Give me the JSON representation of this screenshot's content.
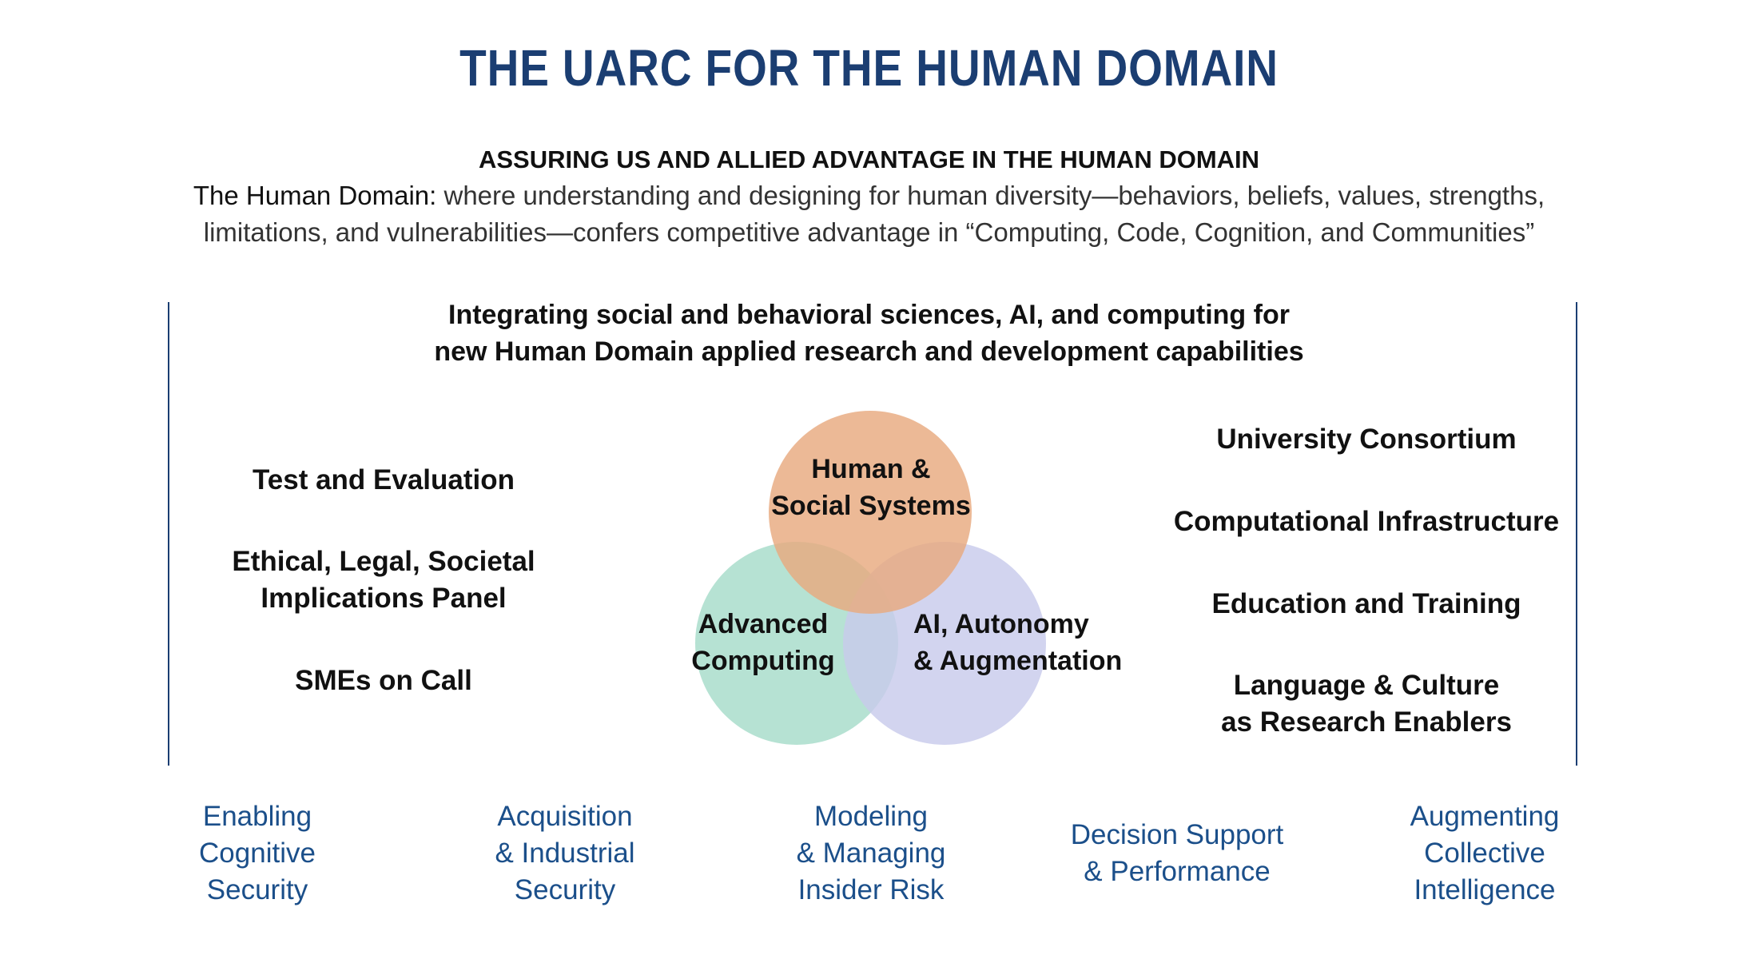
{
  "header": {
    "title": "THE UARC FOR THE HUMAN DOMAIN",
    "subtitle": "ASSURING US AND ALLIED ADVANTAGE IN THE HUMAN DOMAIN",
    "definition_lead": "The Human Domain:",
    "definition_line1": " where understanding and designing for human diversity—behaviors, beliefs, values, strengths,",
    "definition_line2": "limitations, and vulnerabilities—confers competitive advantage in “Computing, Code, Cognition, and Communities”"
  },
  "intro": {
    "line1": "Integrating social and behavioral sciences, AI, and computing for",
    "line2": "new Human Domain applied research and development capabilities"
  },
  "left_items": [
    {
      "line1": "Test and Evaluation",
      "line2": ""
    },
    {
      "line1": "Ethical, Legal, Societal",
      "line2": "Implications Panel"
    },
    {
      "line1": "SMEs on Call",
      "line2": ""
    }
  ],
  "right_items": [
    {
      "line1": "University Consortium",
      "line2": ""
    },
    {
      "line1": "Computational Infrastructure",
      "line2": ""
    },
    {
      "line1": "Education and Training",
      "line2": ""
    },
    {
      "line1": "Language & Culture",
      "line2": "as Research Enablers"
    }
  ],
  "venn": {
    "human": {
      "line1": "Human &",
      "line2": "Social Systems",
      "color": "#e8a97f"
    },
    "computing": {
      "line1": "Advanced",
      "line2": "Computing",
      "color": "#a6dcc9"
    },
    "ai": {
      "line1": "AI, Autonomy",
      "line2": "& Augmentation",
      "color": "#c8cbec"
    }
  },
  "pillars": [
    {
      "line1": "Enabling",
      "line2": "Cognitive",
      "line3": "Security"
    },
    {
      "line1": "Acquisition",
      "line2": "& Industrial",
      "line3": "Security"
    },
    {
      "line1": "Modeling",
      "line2": "& Managing",
      "line3": "Insider Risk"
    },
    {
      "line1": "Decision Support",
      "line2": "& Performance",
      "line3": ""
    },
    {
      "line1": "Augmenting",
      "line2": "Collective",
      "line3": "Intelligence"
    }
  ],
  "colors": {
    "accent": "#1b3e72",
    "pillar_text": "#1b4f8a"
  }
}
